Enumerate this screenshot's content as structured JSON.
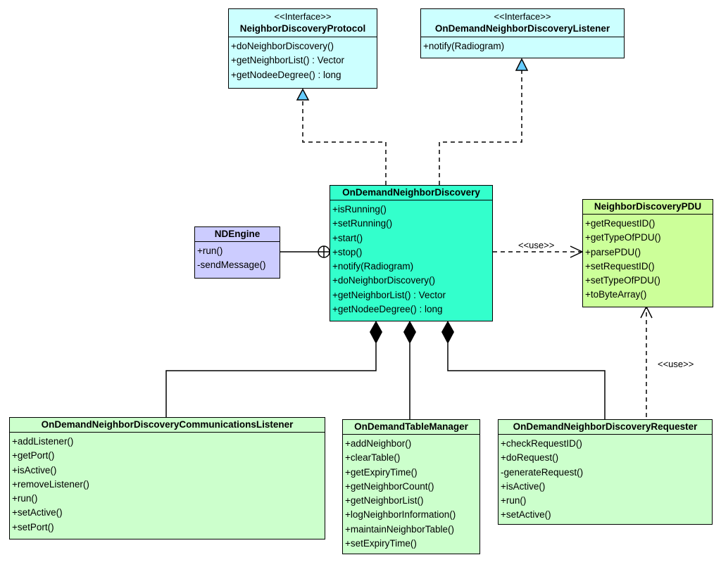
{
  "colors": {
    "interface": "#ccffff",
    "core": "#33ffcc",
    "engine": "#ccccff",
    "pdu": "#ccff99",
    "component": "#ccffcc",
    "interface_arrow": "#66ccff"
  },
  "interfaces": [
    {
      "stereotype": "<<Interface>>",
      "name": "NeighborDiscoveryProtocol",
      "operations": [
        "+doNeighborDiscovery()",
        "+getNeighborList() : Vector",
        "+getNodeeDegree() : long"
      ]
    },
    {
      "stereotype": "<<Interface>>",
      "name": "OnDemandNeighborDiscoveryListener",
      "operations": [
        "+notify(Radiogram)"
      ]
    }
  ],
  "core": {
    "name": "OnDemandNeighborDiscovery",
    "operations": [
      "+isRunning()",
      "+setRunning()",
      "+start()",
      "+stop()",
      "+notify(Radiogram)",
      "+doNeighborDiscovery()",
      "+getNeighborList() : Vector",
      "+getNodeeDegree() : long"
    ]
  },
  "engine": {
    "name": "NDEngine",
    "operations": [
      "+run()",
      "-sendMessage()"
    ]
  },
  "pdu": {
    "name": "NeighborDiscoveryPDU",
    "operations": [
      "+getRequestID()",
      "+getTypeOfPDU()",
      "+parsePDU()",
      "+setRequestID()",
      "+setTypeOfPDU()",
      "+toByteArray()"
    ]
  },
  "components": [
    {
      "name": "OnDemandNeighborDiscoveryCommunicationsListener",
      "operations": [
        "+addListener()",
        "+getPort()",
        "+isActive()",
        "+removeListener()",
        "+run()",
        "+setActive()",
        "+setPort()"
      ]
    },
    {
      "name": "OnDemandTableManager",
      "operations": [
        "+addNeighbor()",
        "+clearTable()",
        "+getExpiryTime()",
        "+getNeighborCount()",
        "+getNeighborList()",
        "+logNeighborInformation()",
        "+maintainNeighborTable()",
        "+setExpiryTime()"
      ]
    },
    {
      "name": "OnDemandNeighborDiscoveryRequester",
      "operations": [
        "+checkRequestID()",
        "+doRequest()",
        "-generateRequest()",
        "+isActive()",
        "+run()",
        "+setActive()"
      ]
    }
  ],
  "relations": {
    "use_label_core_pdu": "<<use>>",
    "use_label_requester_pdu": "<<use>>"
  }
}
